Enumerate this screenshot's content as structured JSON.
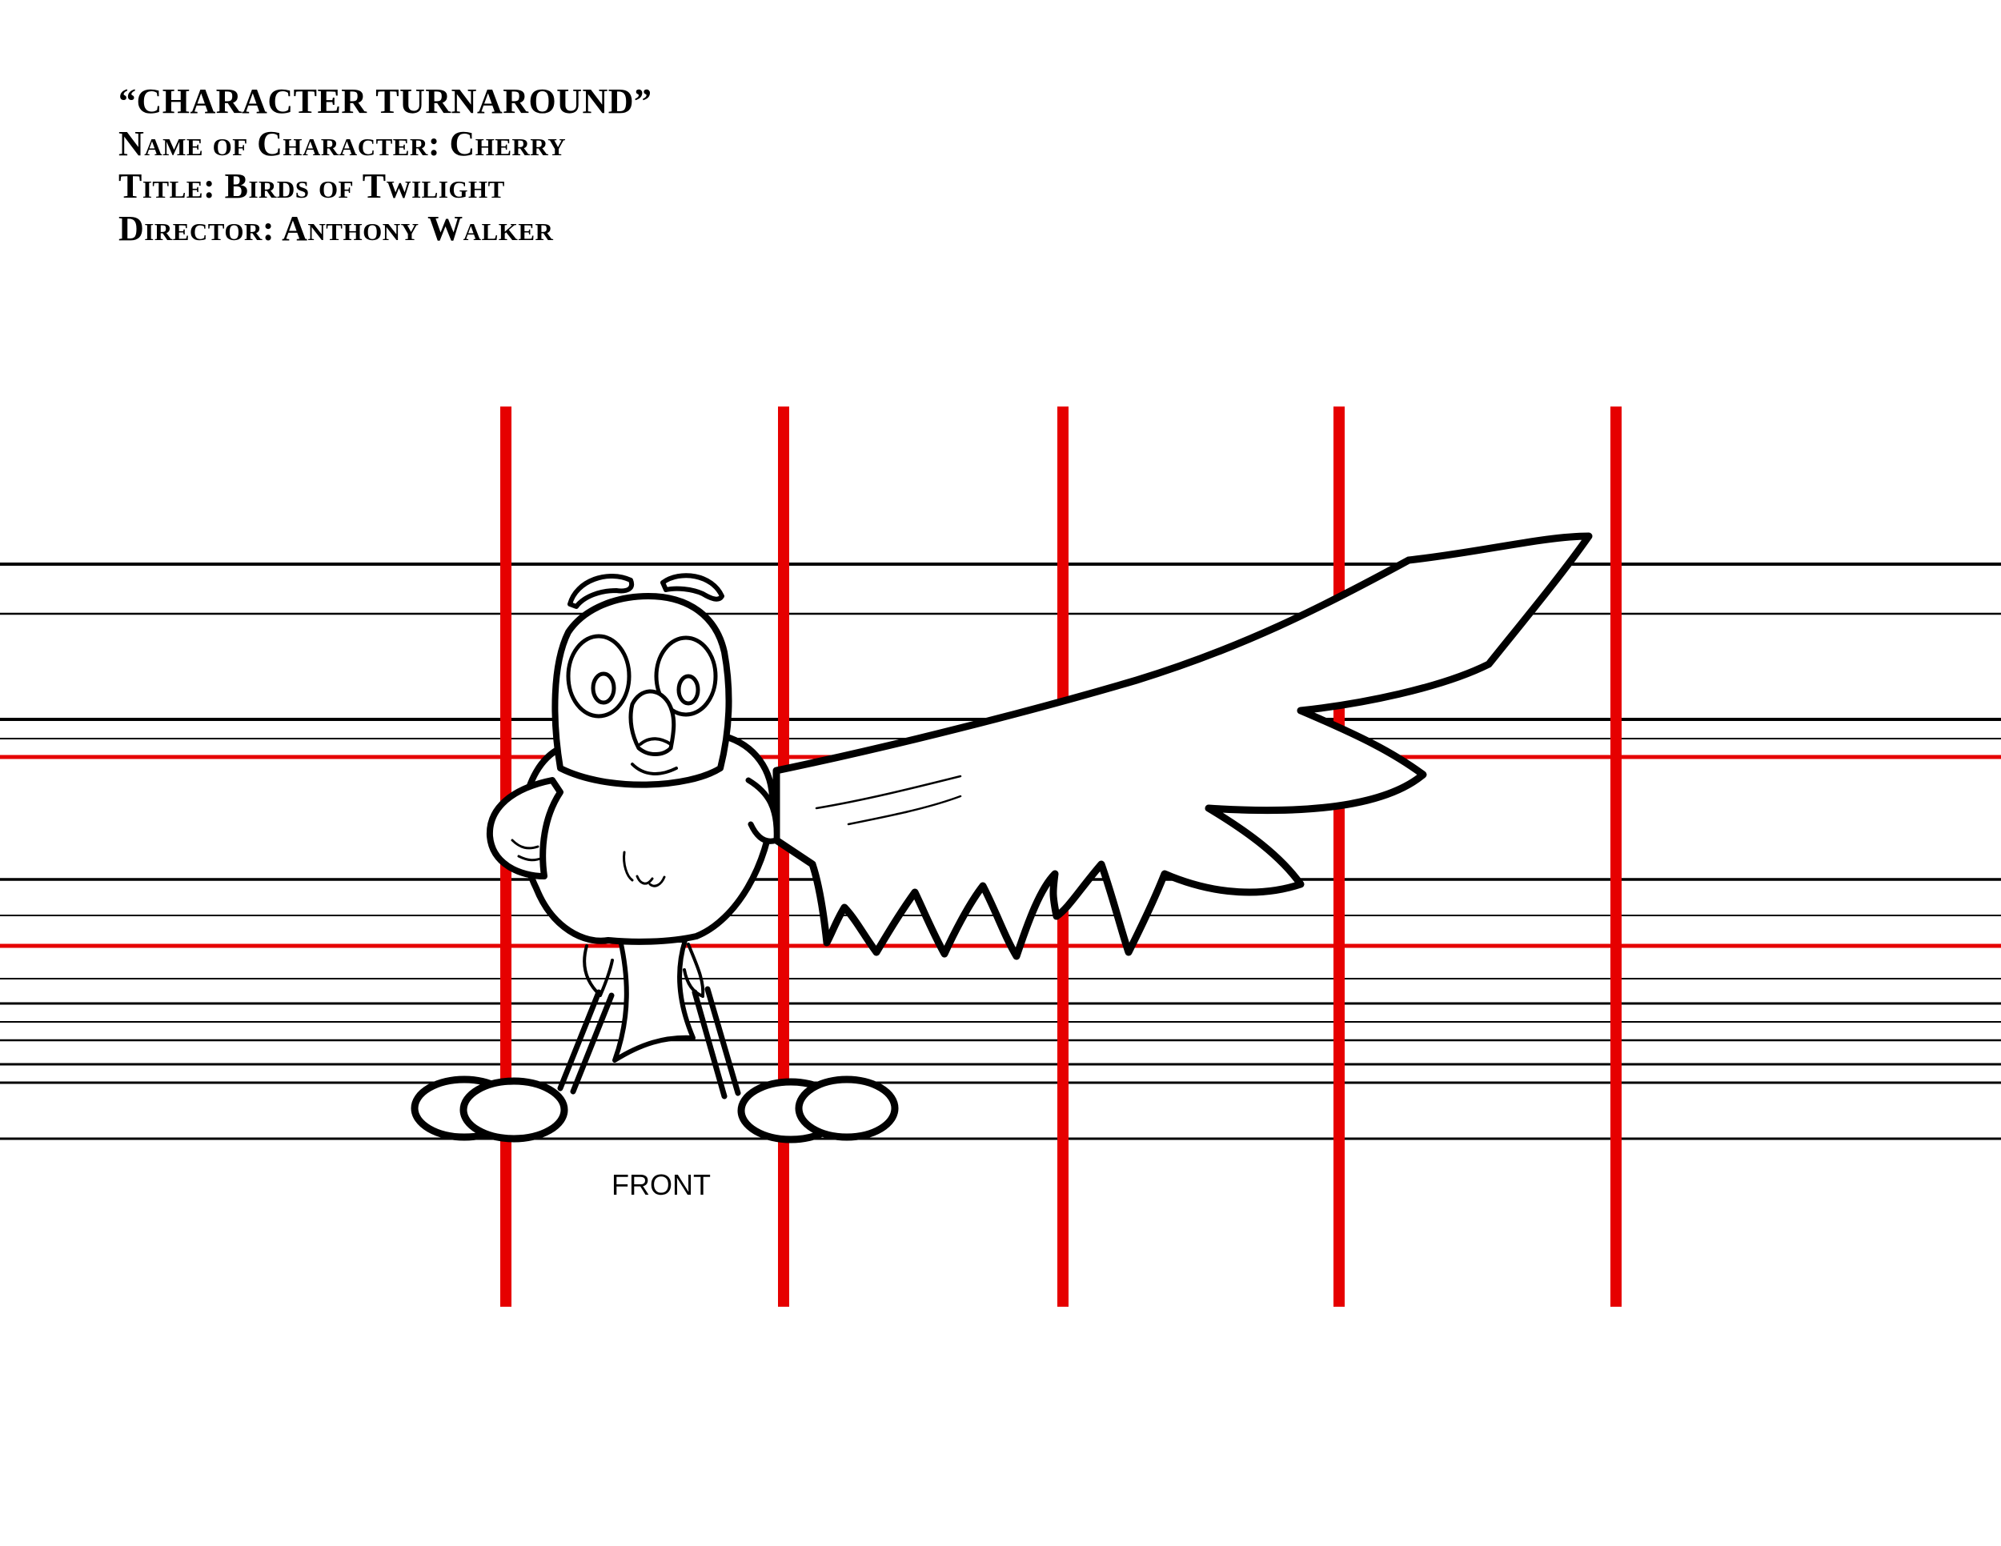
{
  "sheet": {
    "heading": "“CHARACTER TURNAROUND”",
    "name_line": "Name of Character: Cherry",
    "title_line": "Title: Birds of Twilight",
    "director_line": "Director: Anthony Walker"
  },
  "views": [
    {
      "label": "FRONT"
    }
  ],
  "colors": {
    "background": "#ffffff",
    "guide_red": "#e60000",
    "ink": "#000000"
  }
}
